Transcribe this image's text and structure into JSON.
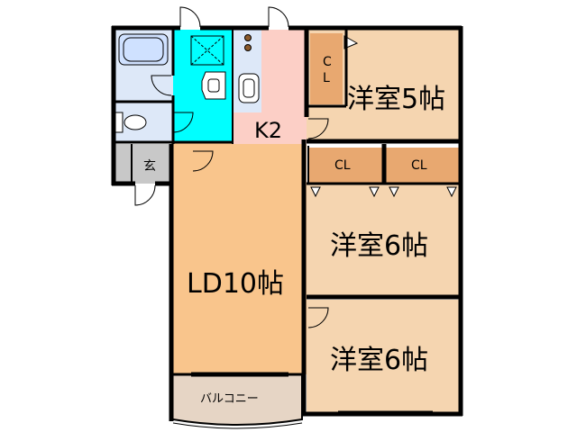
{
  "rooms": {
    "western_5": "洋室5帖",
    "western_6_upper": "洋室6帖",
    "western_6_lower": "洋室6帖",
    "living_dining": "LD10帖",
    "kitchen": "K2",
    "entrance": "玄",
    "balcony": "バルコニー"
  },
  "closets": {
    "cl_room5_line1": "C",
    "cl_room5_line2": "L",
    "cl_left": "CL",
    "cl_right": "CL"
  },
  "colors": {
    "wall": "#000000",
    "bedroom": "#f5d5b0",
    "living": "#f9c58c",
    "kitchen": "#fccfc6",
    "washroom": "#00ffff",
    "bath_toilet": "#dde8f8",
    "closet": "#e8a870",
    "balcony": "#e6d5c5",
    "entrance": "#c8c8c8"
  }
}
